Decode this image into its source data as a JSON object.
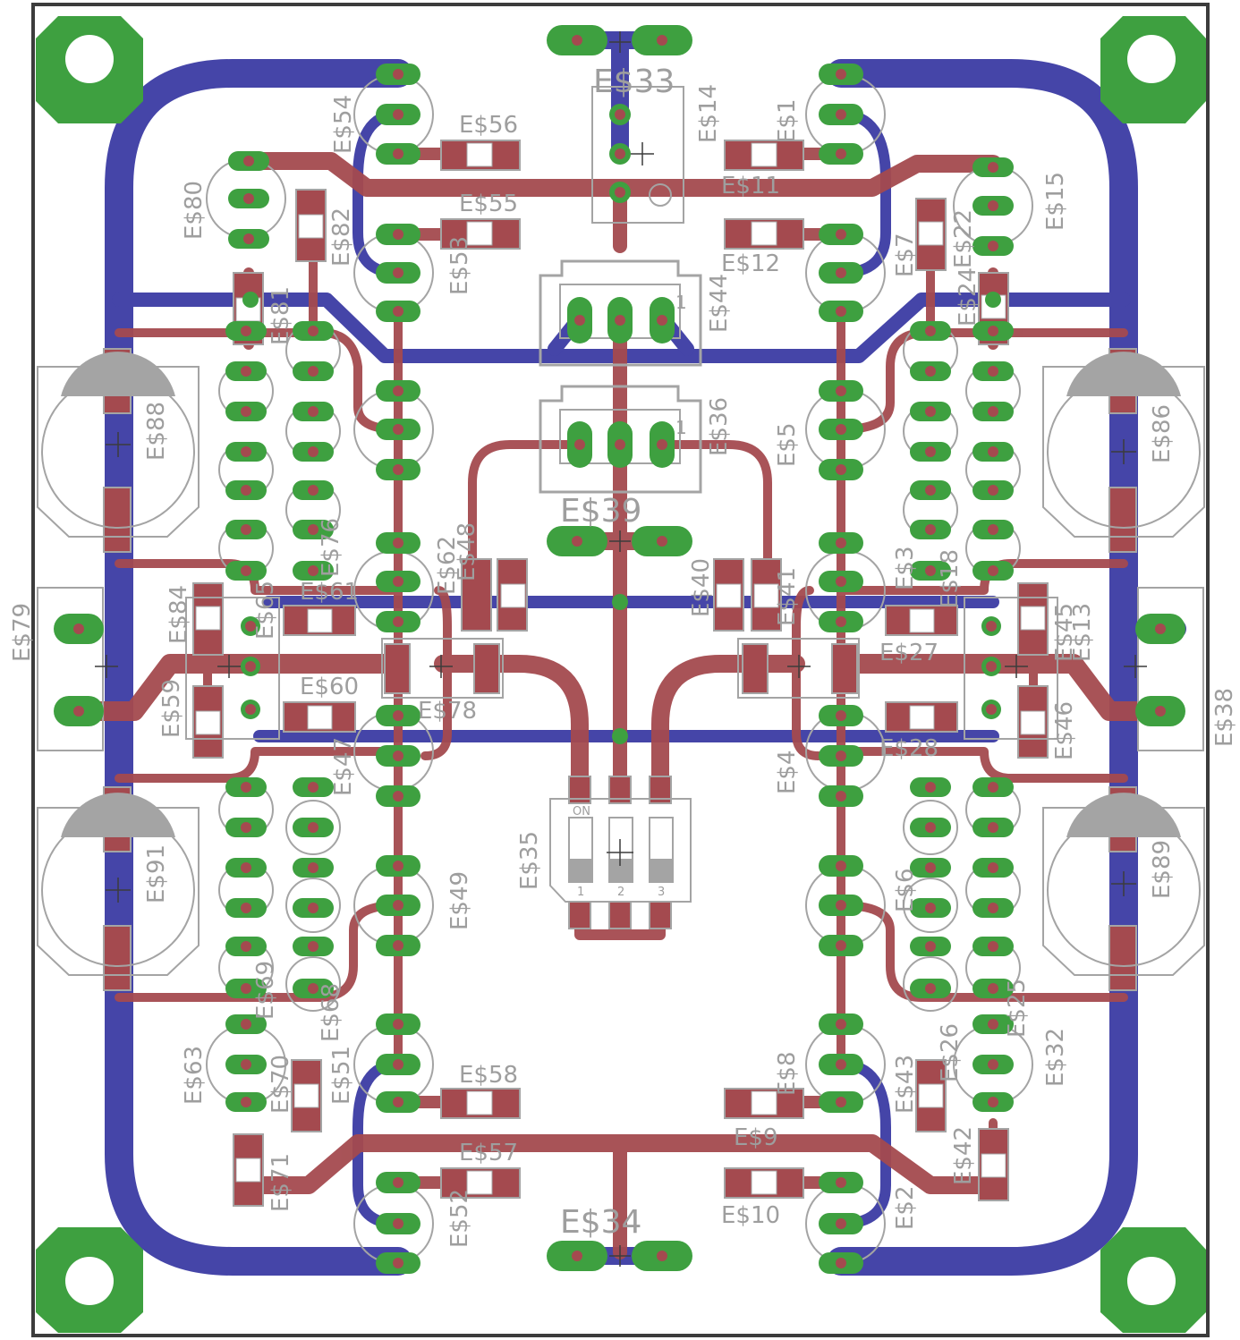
{
  "colors": {
    "top_copper": "#a44a4f",
    "bottom_copper": "#4545a8",
    "pad": "#3ea040",
    "via_hole": "#4545a8",
    "silkscreen": "#a4a4a4",
    "board_outline": "#3c3c3c",
    "background": "#ffffff"
  },
  "labels": {
    "e33": "E$33",
    "e34": "E$34",
    "e39": "E$39",
    "e56": "E$56",
    "e55": "E$55",
    "e58": "E$58",
    "e57": "E$57",
    "e11": "E$11",
    "e12": "E$12",
    "e9": "E$9",
    "e10": "E$10",
    "e61": "E$61",
    "e60": "E$60",
    "e27": "E$27",
    "e28": "E$28",
    "e78": "E$78",
    "e54": "E$54",
    "e14": "E$14",
    "e1": "E$1",
    "e15": "E$15",
    "e80": "E$80",
    "e82": "E$82",
    "e22": "E$22",
    "e7": "E$7",
    "e53": "E$53",
    "e44": "E$44",
    "e81": "E$81",
    "e24": "E$24",
    "e88": "E$88",
    "e86": "E$86",
    "e5": "E$5",
    "e36": "E$36",
    "e79": "E$79",
    "e38": "E$38",
    "e84": "E$84",
    "e59": "E$59",
    "e3": "E$3",
    "e18": "E$18",
    "e40": "E$40",
    "e41": "E$41",
    "e43b": "E$45",
    "e13": "E$13",
    "e46": "E$46",
    "e47": "E$47",
    "e4": "E$4",
    "e91": "E$91",
    "e89": "E$89",
    "e35": "E$35",
    "e49": "E$49",
    "e6": "E$6",
    "e63": "E$63",
    "e32": "E$32",
    "e71": "E$71",
    "e42": "E$42",
    "e8": "E$8",
    "e43": "E$43",
    "e26": "E$26",
    "e2": "E$2",
    "e52": "E$52",
    "e51": "E$51",
    "e70": "E$70",
    "e68": "E$68",
    "e69": "E$69",
    "e25": "E$25",
    "e76": "E$76",
    "e65": "E$65",
    "e62": "E$62",
    "e48": "E$48"
  },
  "switch": {
    "on": "ON",
    "pins": [
      "1",
      "2",
      "3"
    ]
  },
  "connector_pin1": "1"
}
